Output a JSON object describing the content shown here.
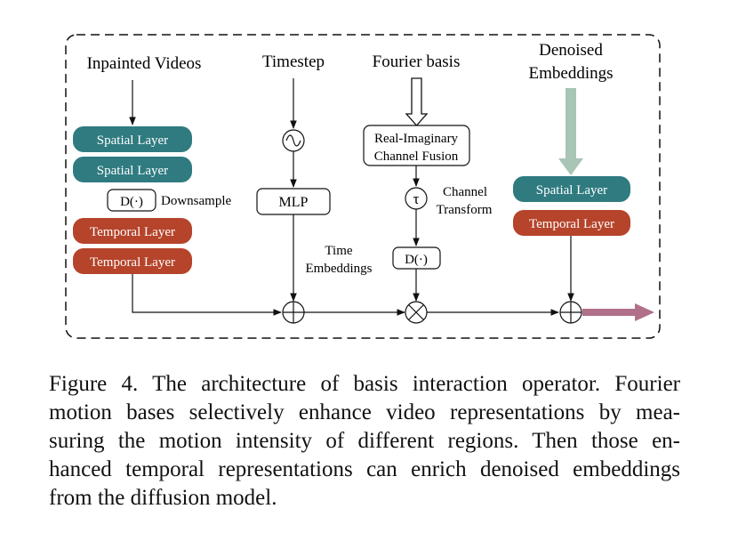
{
  "inputs": {
    "inpainted_videos": "Inpainted Videos",
    "timestep": "Timestep",
    "fourier_basis": "Fourier basis",
    "denoised_line1": "Denoised",
    "denoised_line2": "Embeddings"
  },
  "blocks": {
    "spatial_layer": "Spatial Layer",
    "temporal_layer": "Temporal Layer",
    "d_op": "D(·)",
    "downsample": "Downsample",
    "mlp": "MLP",
    "fusion_line1": "Real-Imaginary",
    "fusion_line2": "Channel Fusion",
    "tau": "τ",
    "channel_line1": "Channel",
    "channel_line2": "Transform",
    "time_line1": "Time",
    "time_line2": "Embeddings"
  },
  "colors": {
    "spatial": "#2f7b80",
    "temporal": "#b5442b",
    "denoise_arrow": "#a8c5b6",
    "output_arrow": "#b07089"
  },
  "caption": {
    "lines": [
      "Figure 4.  The architecture of basis interaction operator. Fourier",
      "motion bases selectively enhance video representations by mea-",
      "suring the motion intensity of different regions.  Then those en-",
      "hanced temporal representations can enrich denoised embeddings",
      "from the diffusion model."
    ]
  }
}
